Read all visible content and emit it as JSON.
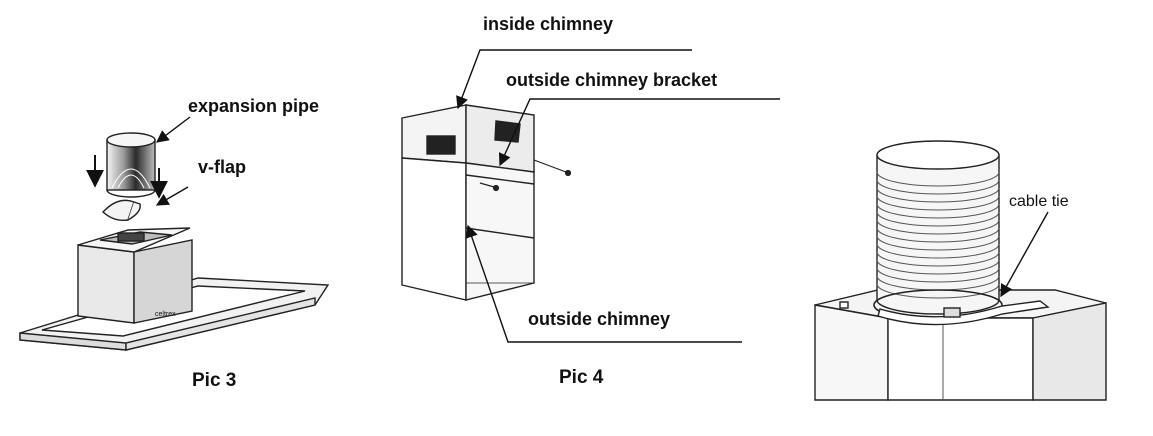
{
  "pic3": {
    "expansion_pipe": "expansion pipe",
    "v_flap": "v-flap",
    "caption": "Pic 3"
  },
  "pic4": {
    "inside_chimney": "inside chimney",
    "outside_chimney_bracket": "outside chimney bracket",
    "outside_chimney": "outside chimney",
    "caption": "Pic 4"
  },
  "pic5": {
    "cable_tie": "cable tie"
  }
}
